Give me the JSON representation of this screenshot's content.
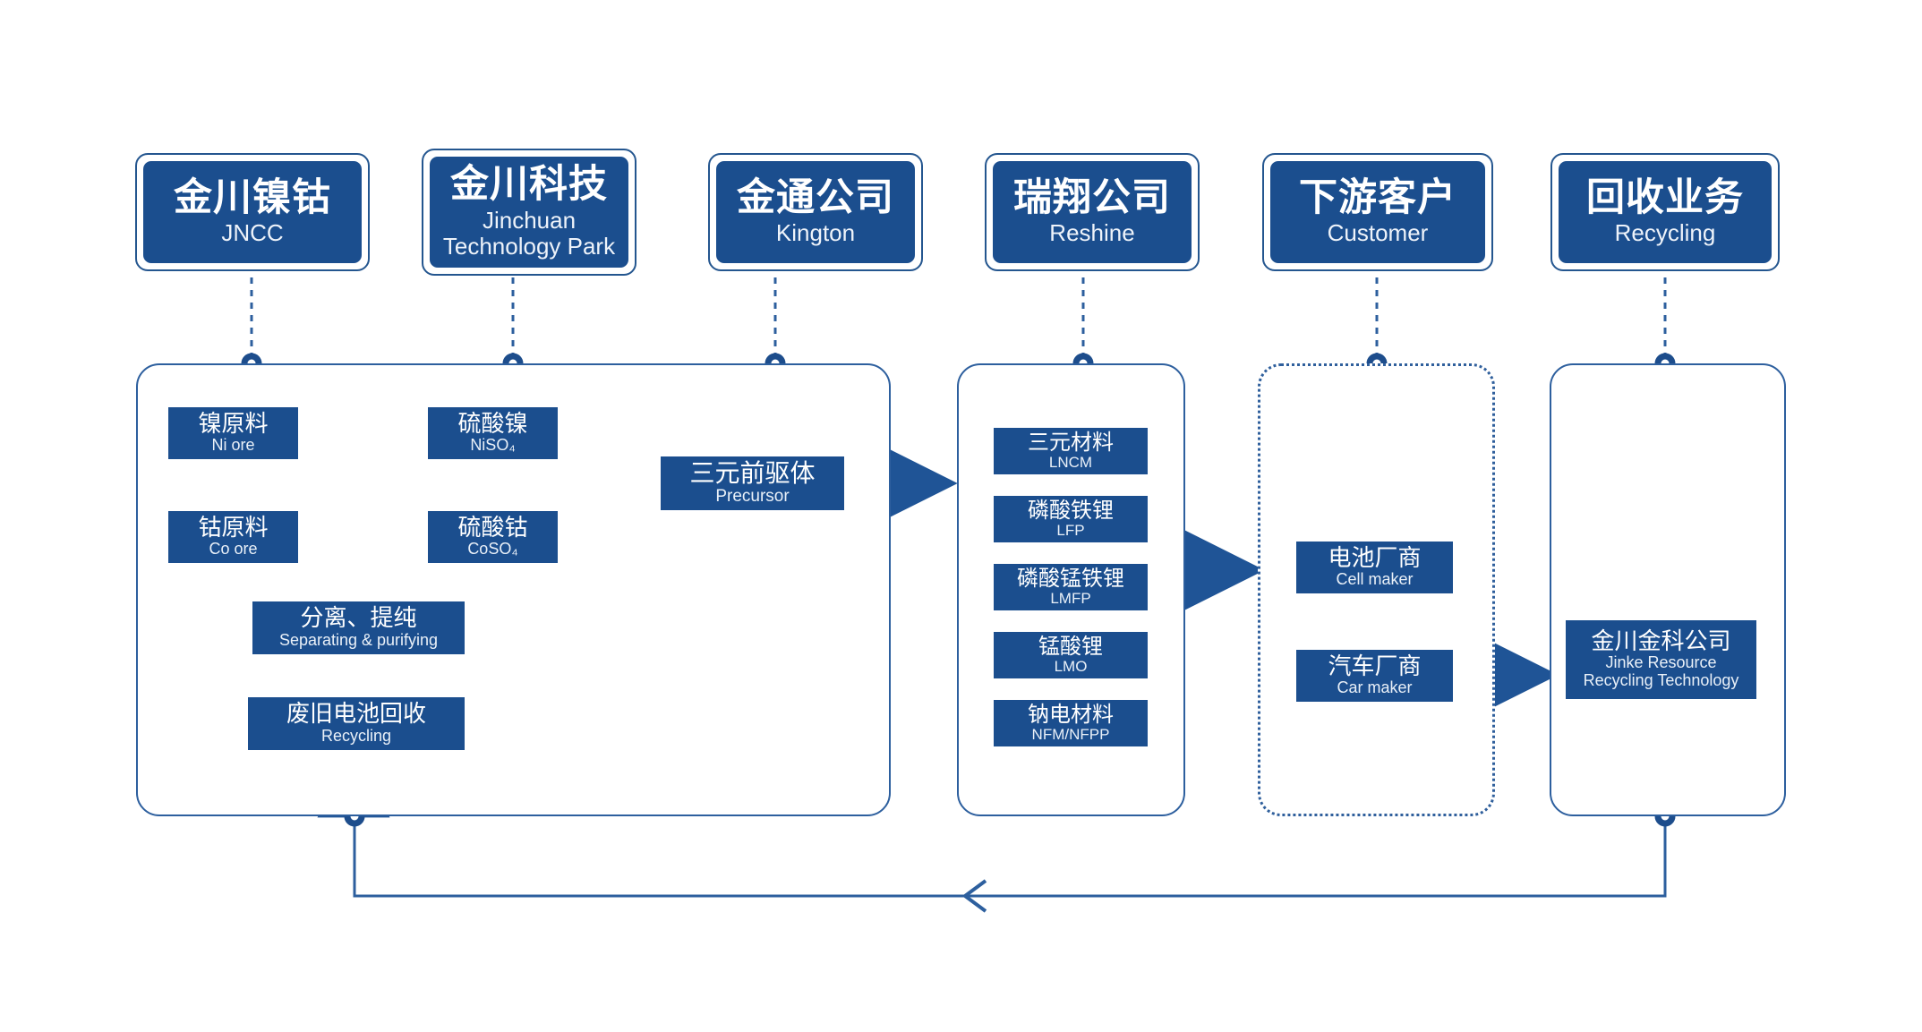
{
  "diagram": {
    "title": "Jinchuan battery materials value chain",
    "colors": {
      "block_blue": "#1b4e8e",
      "panel_border": "#2d5f9e",
      "arrow_blue": "#1f5496",
      "background": "#ffffff",
      "text_white": "#ffffff"
    }
  },
  "headers": [
    {
      "cn": "金川镍钴",
      "en": "JNCC",
      "id": "jncc"
    },
    {
      "cn": "金川科技",
      "en": "Jinchuan\nTechnology Park",
      "id": "jinchuan-technology-park"
    },
    {
      "cn": "金通公司",
      "en": "Kington",
      "id": "kington"
    },
    {
      "cn": "瑞翔公司",
      "en": "Reshine",
      "id": "reshine"
    },
    {
      "cn": "下游客户",
      "en": "Customer",
      "id": "customer"
    },
    {
      "cn": "回收业务",
      "en": "Recycling",
      "id": "recycling"
    }
  ],
  "panels": {
    "upstream": {
      "name": "upstream-panel",
      "border": "solid",
      "blocks": [
        {
          "cn": "镍原料",
          "en": "Ni ore",
          "id": "ni-ore"
        },
        {
          "cn": "硫酸镍",
          "en": "NiSO₄",
          "id": "niso4"
        },
        {
          "cn": "钴原料",
          "en": "Co ore",
          "id": "co-ore"
        },
        {
          "cn": "硫酸钴",
          "en": "CoSO₄",
          "id": "coso4"
        },
        {
          "cn": "三元前驱体",
          "en": "Precursor",
          "id": "precursor"
        },
        {
          "cn": "分离、提纯",
          "en": "Separating & purifying",
          "id": "separating-purifying"
        },
        {
          "cn": "废旧电池回收",
          "en": "Recycling",
          "id": "waste-battery-recycling"
        }
      ]
    },
    "materials": {
      "name": "cathode-materials-panel",
      "border": "solid",
      "blocks": [
        {
          "cn": "三元材料",
          "en": "LNCM",
          "id": "lncm"
        },
        {
          "cn": "磷酸铁锂",
          "en": "LFP",
          "id": "lfp"
        },
        {
          "cn": "磷酸锰铁锂",
          "en": "LMFP",
          "id": "lmfp"
        },
        {
          "cn": "锰酸锂",
          "en": "LMO",
          "id": "lmo"
        },
        {
          "cn": "钠电材料",
          "en": "NFM/NFPP",
          "id": "nfm-nfpp"
        }
      ]
    },
    "customers": {
      "name": "customers-panel",
      "border": "dotted",
      "blocks": [
        {
          "cn": "电池厂商",
          "en": "Cell maker",
          "id": "cell-maker"
        },
        {
          "cn": "汽车厂商",
          "en": "Car maker",
          "id": "car-maker"
        }
      ]
    },
    "recycling": {
      "name": "recycling-panel",
      "border": "solid",
      "blocks": [
        {
          "cn": "金川金科公司",
          "en": "Jinke Resource\nRecycling Technology",
          "id": "jinke-resource"
        }
      ]
    }
  }
}
